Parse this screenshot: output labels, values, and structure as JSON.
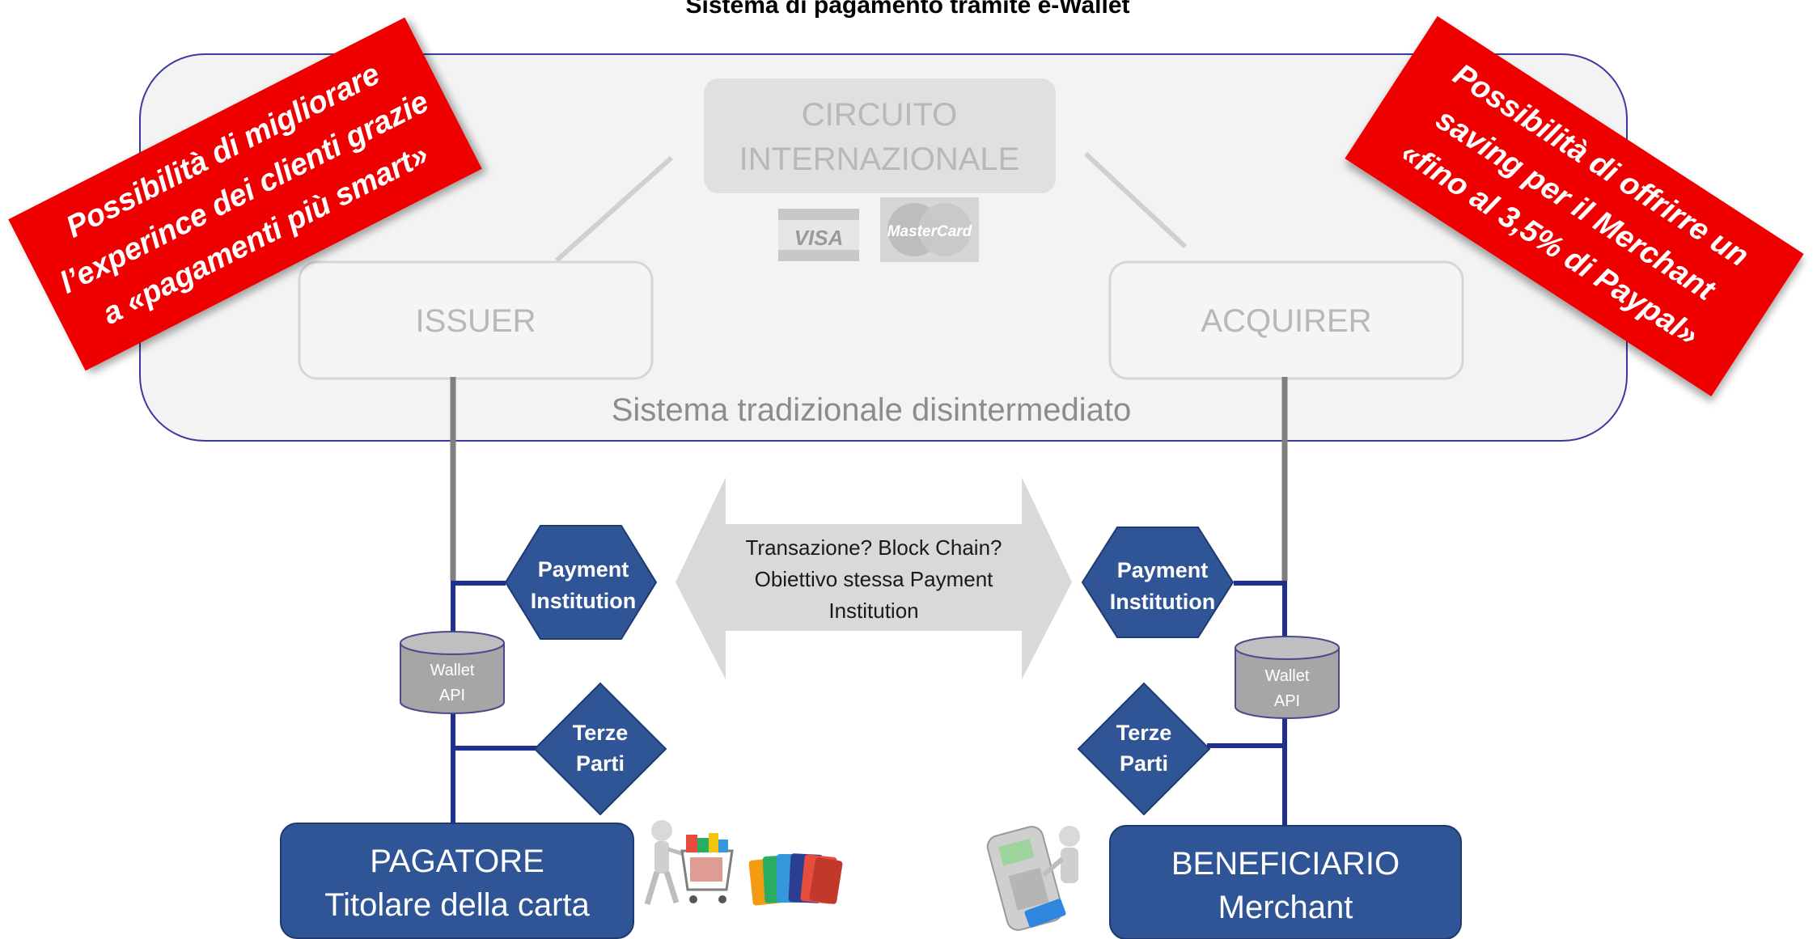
{
  "title": "Sistema di pagamento tramite e-Wallet",
  "traditional_system": {
    "label": "Sistema tradizionale disintermediato",
    "circuit": {
      "line1": "CIRCUITO",
      "line2": "INTERNAZIONALE"
    },
    "issuer": "ISSUER",
    "acquirer": "ACQUIRER",
    "logos": {
      "visa": "VISA",
      "mastercard": "MasterCard"
    }
  },
  "left_side": {
    "payment_institution": {
      "line1": "Payment",
      "line2": "Institution"
    },
    "wallet": {
      "line1": "Wallet",
      "line2": "API"
    },
    "third_parties": {
      "line1": "Terze",
      "line2": "Parti"
    },
    "payer": {
      "line1": "PAGATORE",
      "line2": "Titolare della carta"
    }
  },
  "right_side": {
    "payment_institution": {
      "line1": "Payment",
      "line2": "Institution"
    },
    "wallet": {
      "line1": "Wallet",
      "line2": "API"
    },
    "third_parties": {
      "line1": "Terze",
      "line2": "Parti"
    },
    "payee": {
      "line1": "BENEFICIARIO",
      "line2": "Merchant"
    }
  },
  "center_arrow": {
    "line1": "Transazione? Block Chain?",
    "line2": "Obiettivo stessa Payment",
    "line3": "Institution"
  },
  "banner_left": {
    "line1": "Possibilità di migliorare",
    "line2": "l’experince dei clienti grazie",
    "line3": "a «pagamenti più smart»"
  },
  "banner_right": {
    "line1": "Possibilità di offrirre un",
    "line2": "saving per il Merchant",
    "line3": "«fino al 3,5% di Paypal»"
  },
  "colors": {
    "blue": "#2f5597",
    "dark_blue": "#1f2f8f",
    "red_banner": "#ee0000",
    "light_grey": "#f2f2f2",
    "arrow_grey": "#d9d9d9",
    "wallet_grey": "#a6a6a6"
  }
}
